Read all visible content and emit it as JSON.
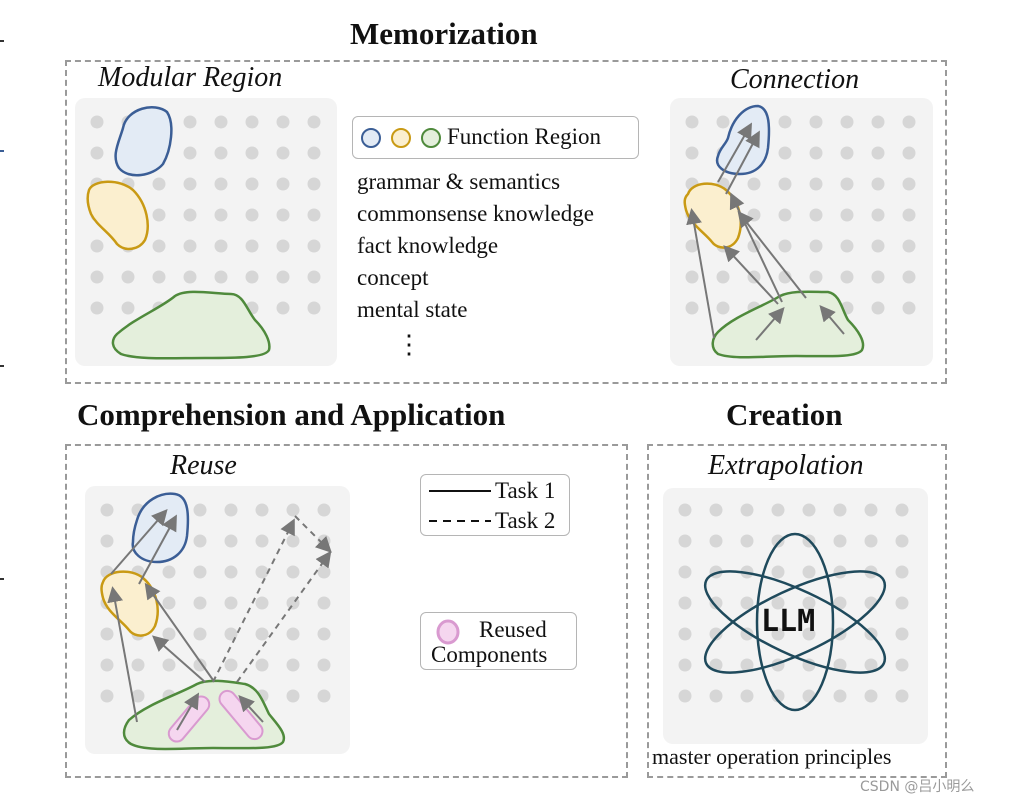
{
  "memorization": {
    "title": "Memorization",
    "modular_region_title": "Modular Region",
    "connection_title": "Connection",
    "legend_label": "Function Region",
    "legend_colors": [
      "#4a6fa5",
      "#d4a017",
      "#5a9a46"
    ],
    "knowledge_list": [
      "grammar & semantics",
      "commonsense knowledge",
      "fact knowledge",
      "concept",
      "mental state",
      "⋮"
    ]
  },
  "comprehension": {
    "title": "Comprehension and Application",
    "reuse_title": "Reuse",
    "task1_label": "Task 1",
    "task2_label": "Task 2",
    "reused_line1": "Reused",
    "reused_line2": "Components"
  },
  "creation": {
    "title": "Creation",
    "extrapolation_title": "Extrapolation",
    "llm_label": "LLM",
    "caption": "master operation principles"
  },
  "watermark": "CSDN @吕小明么",
  "colors": {
    "blue_fill": "#e3ebf5",
    "blue_stroke": "#3b5e96",
    "yellow_fill": "#fbefcf",
    "yellow_stroke": "#c99a14",
    "green_fill": "#e4efdc",
    "green_stroke": "#4f8a3c",
    "pink_fill": "#f5d6ef",
    "pink_stroke": "#d99ad0",
    "atom_stroke": "#1f4a5c",
    "dot": "#d6d6d6",
    "arrow": "#777777"
  }
}
